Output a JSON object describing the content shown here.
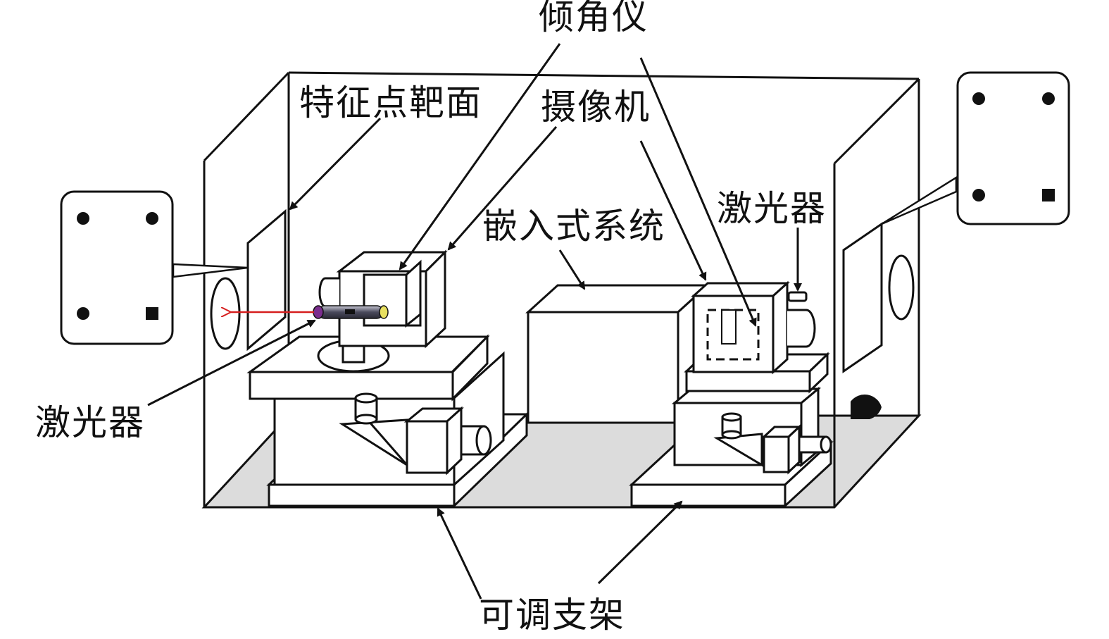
{
  "labels": {
    "inclinometer": "倾角仪",
    "target_surface": "特征点靶面",
    "camera": "摄像机",
    "laser_right": "激光器",
    "embedded_system": "嵌入式系统",
    "laser_left": "激光器",
    "adjustable_mount": "可调支架"
  },
  "colors": {
    "stroke": "#111111",
    "floor": "#dcdcdc",
    "laser_beam": "#d61f1f",
    "laser_body": "#5a5a6a"
  }
}
